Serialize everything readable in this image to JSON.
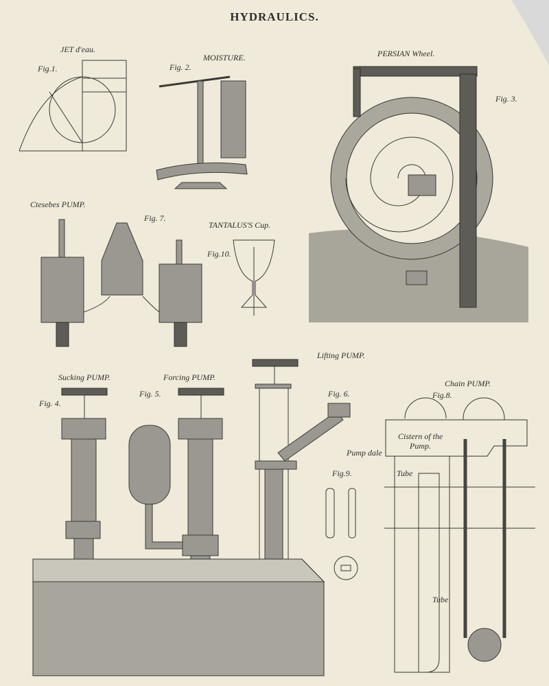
{
  "title": "HYDRAULICS.",
  "figures": {
    "jet": {
      "title": "JET d'eau.",
      "fig": "Fig.1."
    },
    "moisture": {
      "title": "MOISTURE.",
      "fig": "Fig. 2."
    },
    "persian": {
      "title": "PERSIAN Wheel.",
      "fig": "Fig. 3."
    },
    "ctesebes": {
      "title": "Ctesebes PUMP.",
      "fig": "Fig. 7."
    },
    "tantalus": {
      "title": "TANTALUS'S Cup.",
      "fig": "Fig.10."
    },
    "lifting": {
      "title": "Lifting PUMP.",
      "fig": "Fig. 6."
    },
    "sucking": {
      "title": "Sucking PUMP.",
      "fig": "Fig. 4."
    },
    "forcing": {
      "title": "Forcing PUMP.",
      "fig": "Fig. 5."
    },
    "chain": {
      "title": "Chain PUMP.",
      "fig": "Fig.8.",
      "cistern": "Cistern of the",
      "cistern2": "Pump.",
      "tube": "Tube",
      "pumpdale": "Pump dale"
    },
    "fig9": {
      "fig": "Fig.9."
    }
  },
  "colors": {
    "paper": "#efead9",
    "ink": "#3a3a36"
  }
}
